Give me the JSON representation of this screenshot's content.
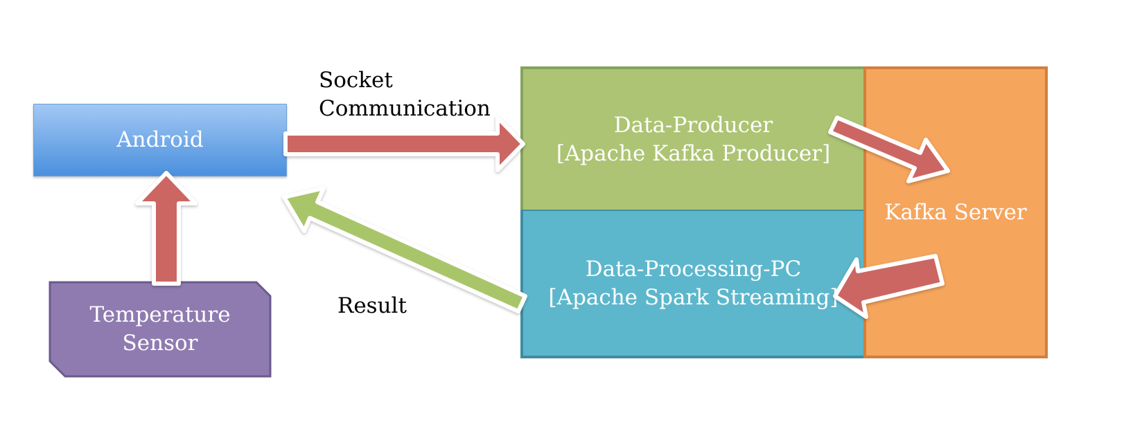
{
  "nodes": {
    "android": {
      "label": "Android",
      "color": "#6aa6e8"
    },
    "temperature_sensor": {
      "label": "Temperature\nSensor",
      "color": "#8f7bb0"
    },
    "data_producer": {
      "label": "Data-Producer\n[Apache Kafka Producer]",
      "color": "#adc474"
    },
    "data_processing": {
      "label": "Data-Processing-PC\n[Apache Spark Streaming]",
      "color": "#5db7cc"
    },
    "kafka_server": {
      "label": "Kafka Server",
      "color": "#f6a55d"
    }
  },
  "edges": {
    "socket": {
      "label": "Socket\nCommunication",
      "color": "#cc6663"
    },
    "result": {
      "label": "Result",
      "color": "#a9c56b"
    }
  }
}
